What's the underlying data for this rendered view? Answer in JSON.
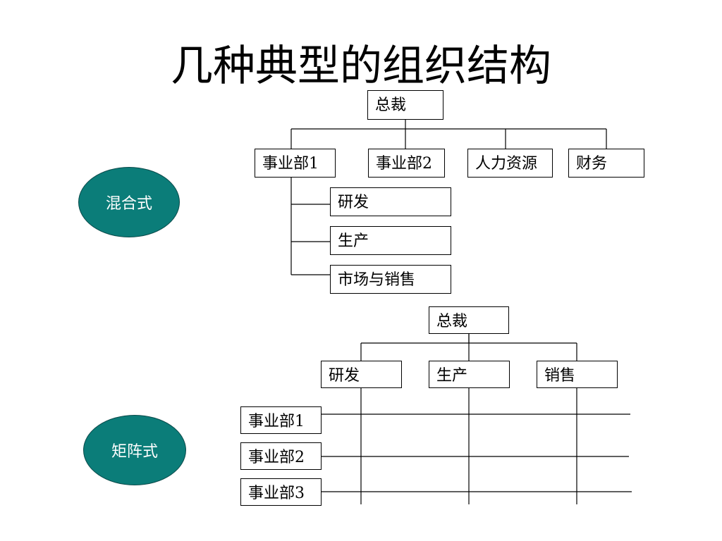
{
  "title": "几种典型的组织结构",
  "hybrid": {
    "label": "混合式",
    "top": "总裁",
    "divisions": [
      "事业部1",
      "事业部2",
      "人力资源",
      "财务"
    ],
    "sub_units": [
      "研发",
      "生产",
      "市场与销售"
    ]
  },
  "matrix": {
    "label": "矩阵式",
    "top": "总裁",
    "functions": [
      "研发",
      "生产",
      "销售"
    ],
    "divisions": [
      "事业部1",
      "事业部2",
      "事业部3"
    ]
  },
  "colors": {
    "oval_fill": "#0b7d79",
    "line": "#000000"
  }
}
